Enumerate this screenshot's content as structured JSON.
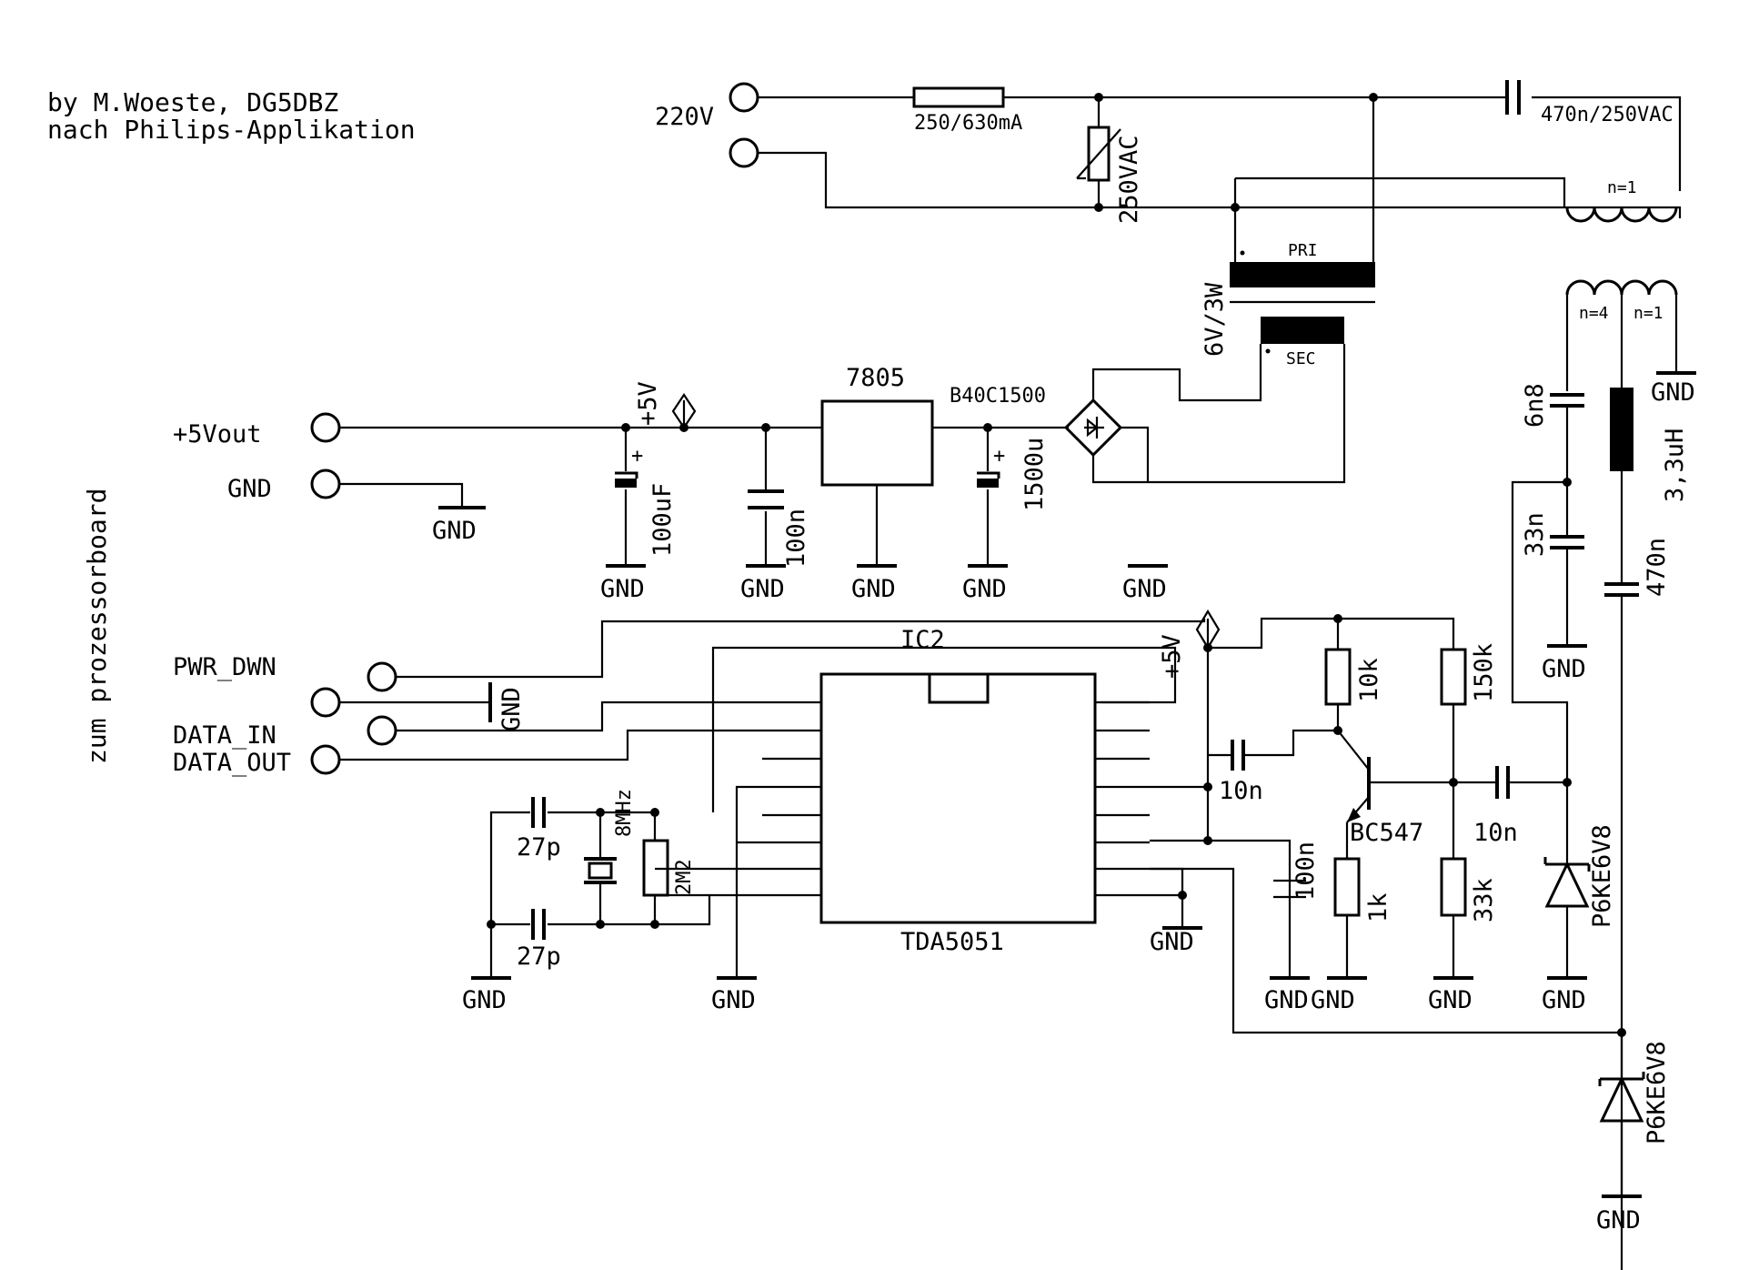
{
  "header": {
    "author_line": "by M.Woeste, DG5DBZ",
    "source_line": "nach Philips-Applikation"
  },
  "side_label": "zum prozessorboard",
  "mains": {
    "input_label": "220V",
    "fuse_label": "250/630mA",
    "varistor_label": "250VAC",
    "cap_label": "470n/250VAC",
    "coil_top_label": "n=1"
  },
  "transformer": {
    "rating_label": "6V/3W",
    "primary_label": "PRI",
    "secondary_label": "SEC"
  },
  "power_supply": {
    "output_label": "+5Vout",
    "gnd_connector_label": "GND",
    "rail_label": "+5V",
    "regulator_label": "7805",
    "rectifier_label": "B40C1500",
    "cap_100uf_label": "100uF",
    "cap_100n_label": "100n",
    "cap_1500u_label": "1500u"
  },
  "coupling": {
    "coil_n4_label": "n=4",
    "coil_n1_label": "n=1",
    "gnd_label": "GND",
    "cap_6n8_label": "6n8",
    "inductor_label": "3,3uH",
    "cap_33n_label": "33n",
    "cap_470n_label": "470n"
  },
  "ic": {
    "ref_label": "IC2",
    "part_label": "TDA5051",
    "rail_label": "+5V"
  },
  "io": {
    "pwr_dwn_label": "PWR_DWN",
    "data_in_label": "DATA_IN",
    "data_out_label": "DATA_OUT"
  },
  "oscillator": {
    "crystal_label": "8MHz",
    "resistor_label": "2M2",
    "cap_top_label": "27p",
    "cap_bottom_label": "27p"
  },
  "amplifier": {
    "cap_input_label": "10n",
    "cap_output_label": "10n",
    "cap_100n_label": "100n",
    "transistor_label": "BC547",
    "r_10k_label": "10k",
    "r_1k_label": "1k",
    "r_150k_label": "150k",
    "r_33k_label": "33k",
    "diode_label": "P6KE6V8",
    "diode_bottom_label": "P6KE6V8"
  },
  "ground_label": "GND"
}
